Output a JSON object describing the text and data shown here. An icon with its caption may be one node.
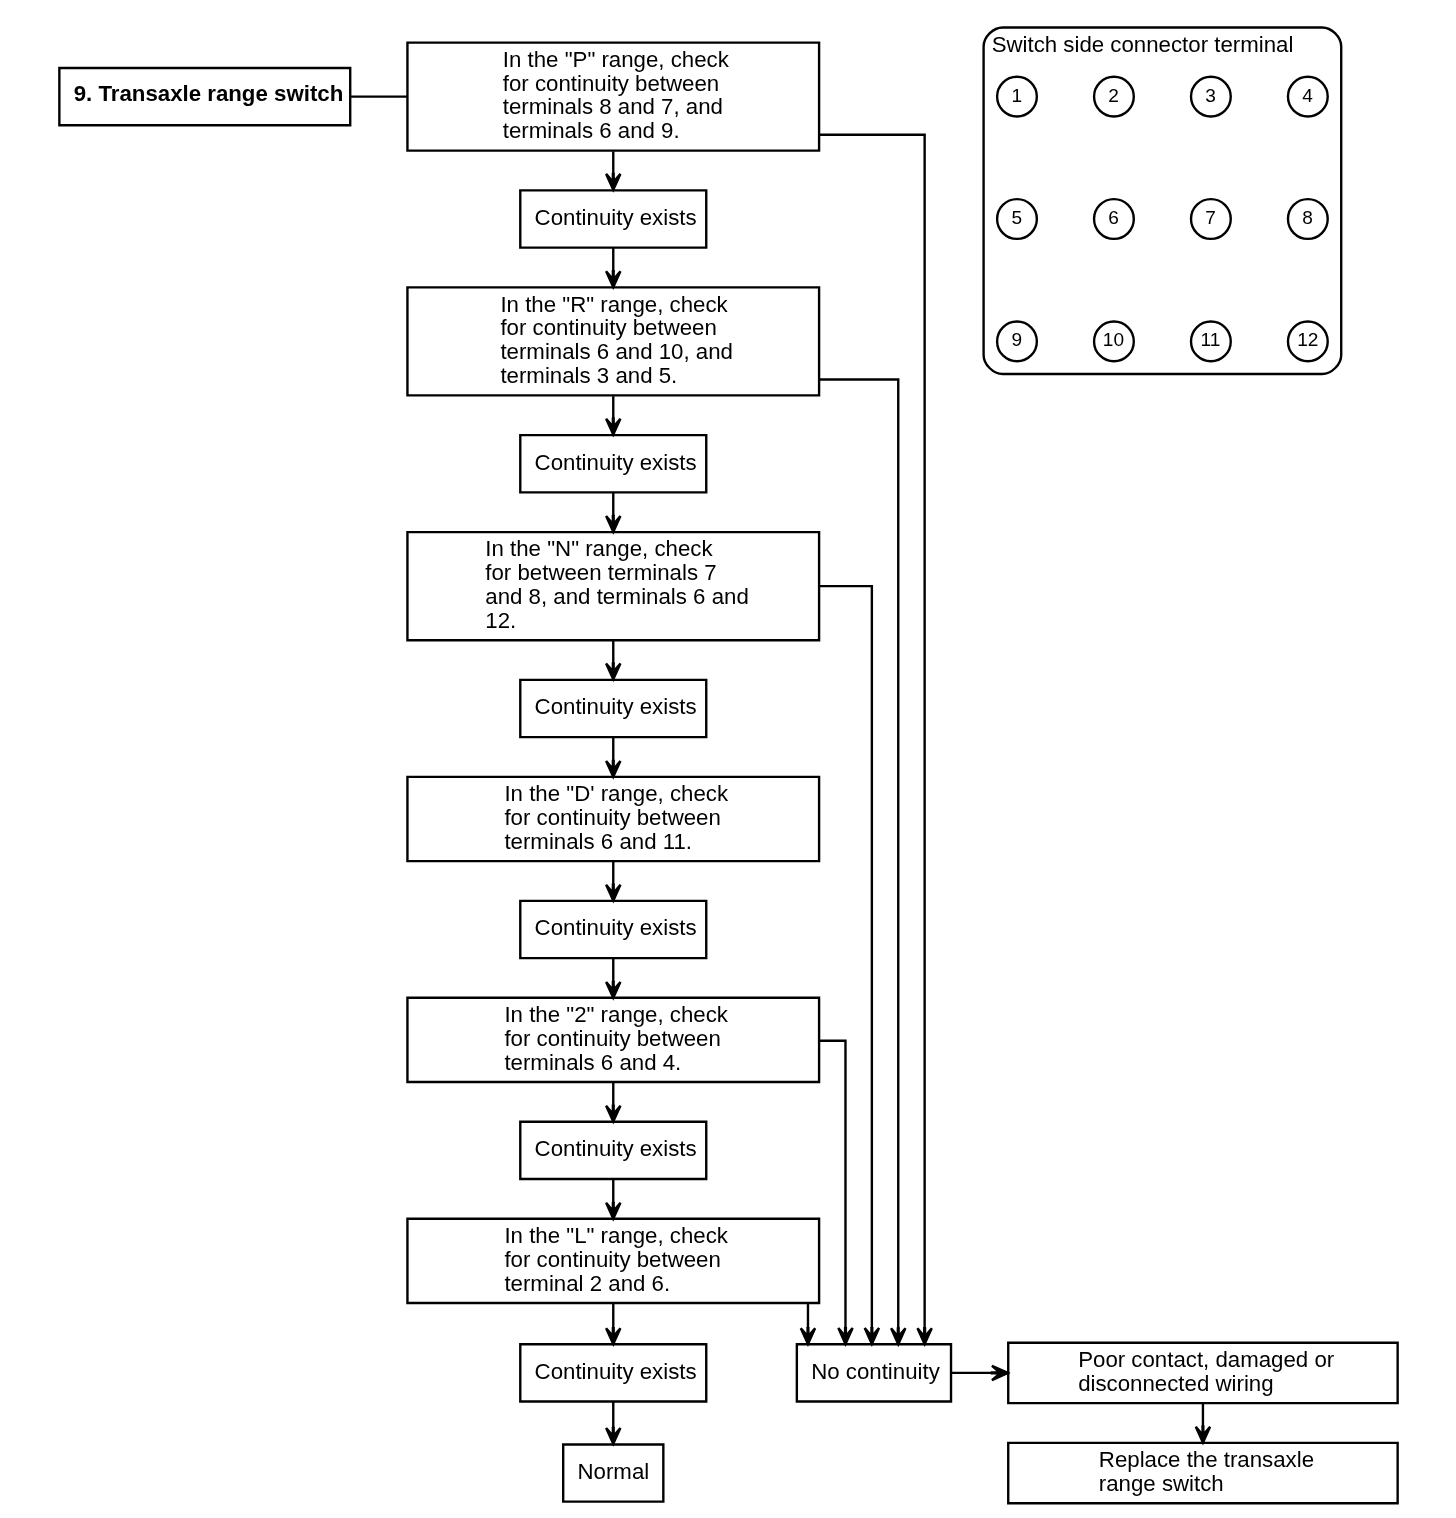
{
  "diagram": {
    "nodes": [
      {
        "text": [
          "9. Transaxle range switch"
        ]
      },
      {
        "text": [
          "In the \"P\" range, check for continuity between terminals 8 and 7, and terminals 6 and 9."
        ]
      },
      {
        "text": [
          "Continuity exists"
        ]
      },
      {
        "text": [
          "In the \"R\" range, check for continuity between terminals 6 and 10, and terminals 3 and 5."
        ]
      },
      {
        "text": [
          "Continuity exists"
        ]
      },
      {
        "text": [
          "In the \"N\" range, check for between terminals 7 and 8, and terminals 6 and 12."
        ]
      },
      {
        "text": [
          "Continuity exists"
        ]
      },
      {
        "text": [
          "In the \"D' range, check for continuity between terminals 6 and 11."
        ]
      },
      {
        "text": [
          "Continuity exists"
        ]
      },
      {
        "text": [
          "In the \"2\" range, check for continuity between terminals 6 and 4."
        ]
      },
      {
        "text": [
          "Continuity exists"
        ]
      },
      {
        "text": [
          "In the \"L\" range, check for continuity between terminal 2 and 6."
        ]
      },
      {
        "text": [
          "Continuity exists"
        ]
      },
      {
        "text": [
          "Normal"
        ]
      },
      {
        "text": [
          "No continuity"
        ]
      },
      {
        "text": [
          "Poor contact, damaged or disconnected wiring"
        ]
      },
      {
        "text": [
          "Replace the transaxle range switch"
        ]
      },
      {
        "text": [
          "Switch side connector terminal"
        ]
      },
      {
        "text": [
          "1"
        ],
        "in": 17
      },
      {
        "text": [
          "2"
        ],
        "in": 17
      },
      {
        "text": [
          "3"
        ],
        "in": 17
      },
      {
        "text": [
          "4"
        ],
        "in": 17
      },
      {
        "text": [
          "5"
        ],
        "in": 17
      },
      {
        "text": [
          "6"
        ],
        "in": 17
      },
      {
        "text": [
          "7"
        ],
        "in": 17
      },
      {
        "text": [
          "8"
        ],
        "in": 17
      },
      {
        "text": [
          "9"
        ],
        "in": 17
      },
      {
        "text": [
          "10"
        ],
        "in": 17
      },
      {
        "text": [
          "11"
        ],
        "in": 17
      },
      {
        "text": [
          "12"
        ],
        "in": 17
      }
    ],
    "edges": [
      {
        "from": 0,
        "to": 1,
        "arrow": "none"
      },
      {
        "from": 1,
        "to": 2,
        "arrow": "to"
      },
      {
        "from": 2,
        "to": 3,
        "arrow": "to"
      },
      {
        "from": 3,
        "to": 4,
        "arrow": "to"
      },
      {
        "from": 4,
        "to": 5,
        "arrow": "to"
      },
      {
        "from": 5,
        "to": 6,
        "arrow": "to"
      },
      {
        "from": 6,
        "to": 7,
        "arrow": "to"
      },
      {
        "from": 7,
        "to": 8,
        "arrow": "to"
      },
      {
        "from": 8,
        "to": 9,
        "arrow": "to"
      },
      {
        "from": 9,
        "to": 10,
        "arrow": "to"
      },
      {
        "from": 10,
        "to": 11,
        "arrow": "to"
      },
      {
        "from": 11,
        "to": 12,
        "arrow": "to"
      },
      {
        "from": 12,
        "to": 13,
        "arrow": "to"
      },
      {
        "from": 1,
        "to": 14,
        "arrow": "to"
      },
      {
        "from": 3,
        "to": 14,
        "arrow": "to"
      },
      {
        "from": 5,
        "to": 14,
        "arrow": "to"
      },
      {
        "from": 9,
        "to": 14,
        "arrow": "to"
      },
      {
        "from": 11,
        "to": 14,
        "arrow": "to"
      },
      {
        "from": 14,
        "to": 15,
        "arrow": "to"
      },
      {
        "from": 15,
        "to": 16,
        "arrow": "to"
      }
    ]
  }
}
